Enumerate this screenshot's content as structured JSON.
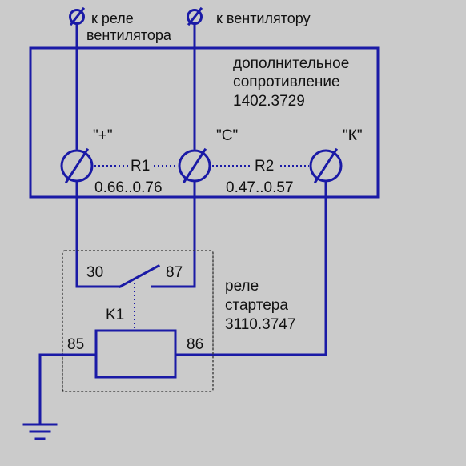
{
  "labels": {
    "to_fan_relay_line1": "к реле",
    "to_fan_relay_line2": "вентилятора",
    "to_fan": "к вентилятору",
    "resistor_block_line1": "дополнительное",
    "resistor_block_line2": "сопротивление",
    "resistor_block_model": "1402.3729",
    "terminal_plus": "\"+\"",
    "terminal_c": "\"С\"",
    "terminal_k": "\"К\"",
    "r1_name": "R1",
    "r1_value": "0.66..0.76",
    "r2_name": "R2",
    "r2_value": "0.47..0.57",
    "pin_30": "30",
    "pin_87": "87",
    "pin_85": "85",
    "pin_86": "86",
    "relay_name": "K1",
    "starter_relay_line1": "реле",
    "starter_relay_line2": "стартера",
    "starter_relay_model": "3110.3747"
  },
  "colors": {
    "background": "#cbcbcb",
    "wire": "#1a1aa6",
    "text": "#111111"
  },
  "icons": {
    "terminal": "screw-terminal-icon",
    "ground": "ground-icon"
  }
}
